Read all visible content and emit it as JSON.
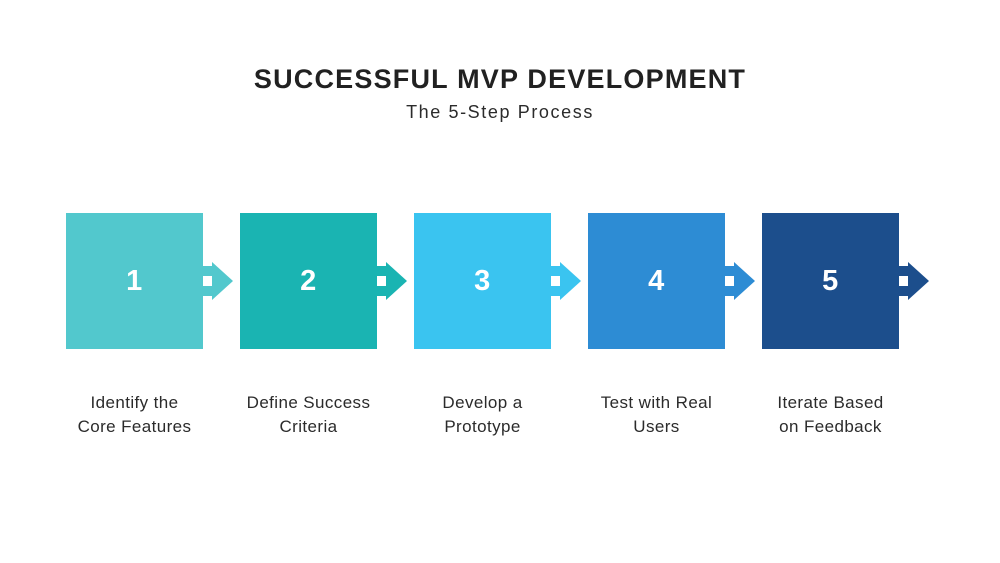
{
  "header": {
    "title": "SUCCESSFUL MVP DEVELOPMENT",
    "subtitle": "The 5-Step Process"
  },
  "steps": [
    {
      "number": "1",
      "label": "Identify the\nCore Features",
      "color": "#52C8CD"
    },
    {
      "number": "2",
      "label": "Define Success\nCriteria",
      "color": "#1AB4B2"
    },
    {
      "number": "3",
      "label": "Develop a\nPrototype",
      "color": "#3AC4F0"
    },
    {
      "number": "4",
      "label": "Test with Real\nUsers",
      "color": "#2D8CD4"
    },
    {
      "number": "5",
      "label": "Iterate Based\non Feedback",
      "color": "#1C4E8C"
    }
  ],
  "colors": {
    "background": "#FFFFFF",
    "title_text": "#212121",
    "label_text": "#2B2B2B",
    "number_text": "#FFFFFF"
  }
}
